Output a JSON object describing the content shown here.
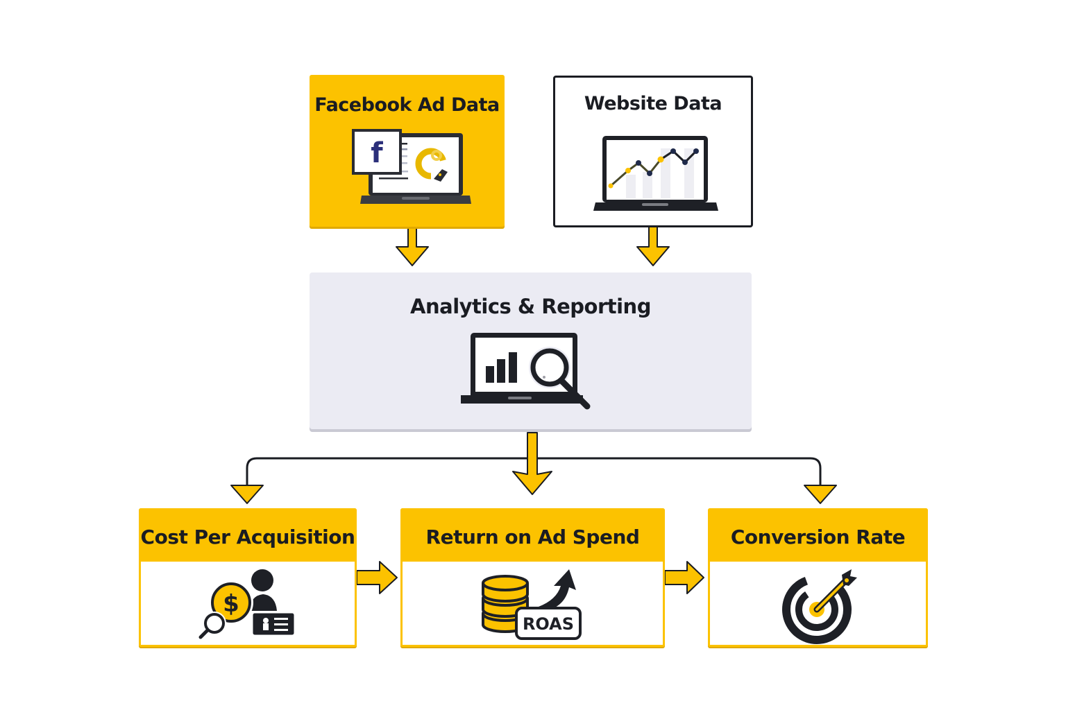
{
  "diagram": {
    "type": "flowchart",
    "colors": {
      "accent_yellow": "#fcc200",
      "dark": "#1a1c22",
      "analytics_bg": "#ebebf3",
      "facebook_blue": "#2b2f7a"
    },
    "sources": [
      {
        "id": "facebook",
        "title": "Facebook Ad Data",
        "icon": "facebook-laptop-icon"
      },
      {
        "id": "website",
        "title": "Website Data",
        "icon": "laptop-line-chart-icon"
      }
    ],
    "hub": {
      "id": "analytics",
      "title": "Analytics & Reporting",
      "icon": "laptop-magnifier-icon"
    },
    "metrics": [
      {
        "id": "cpa",
        "title": "Cost Per Acquisition",
        "icon": "dollar-coin-user-icon"
      },
      {
        "id": "roas",
        "title": "Return on Ad Spend",
        "icon": "coin-stack-arrow-icon",
        "badge": "ROAS"
      },
      {
        "id": "conversion",
        "title": "Conversion Rate",
        "icon": "target-arrow-icon"
      }
    ],
    "edges": [
      {
        "from": "facebook",
        "to": "analytics"
      },
      {
        "from": "website",
        "to": "analytics"
      },
      {
        "from": "analytics",
        "to": "cpa"
      },
      {
        "from": "analytics",
        "to": "roas"
      },
      {
        "from": "analytics",
        "to": "conversion"
      },
      {
        "from": "cpa",
        "to": "roas"
      },
      {
        "from": "roas",
        "to": "conversion"
      }
    ]
  }
}
